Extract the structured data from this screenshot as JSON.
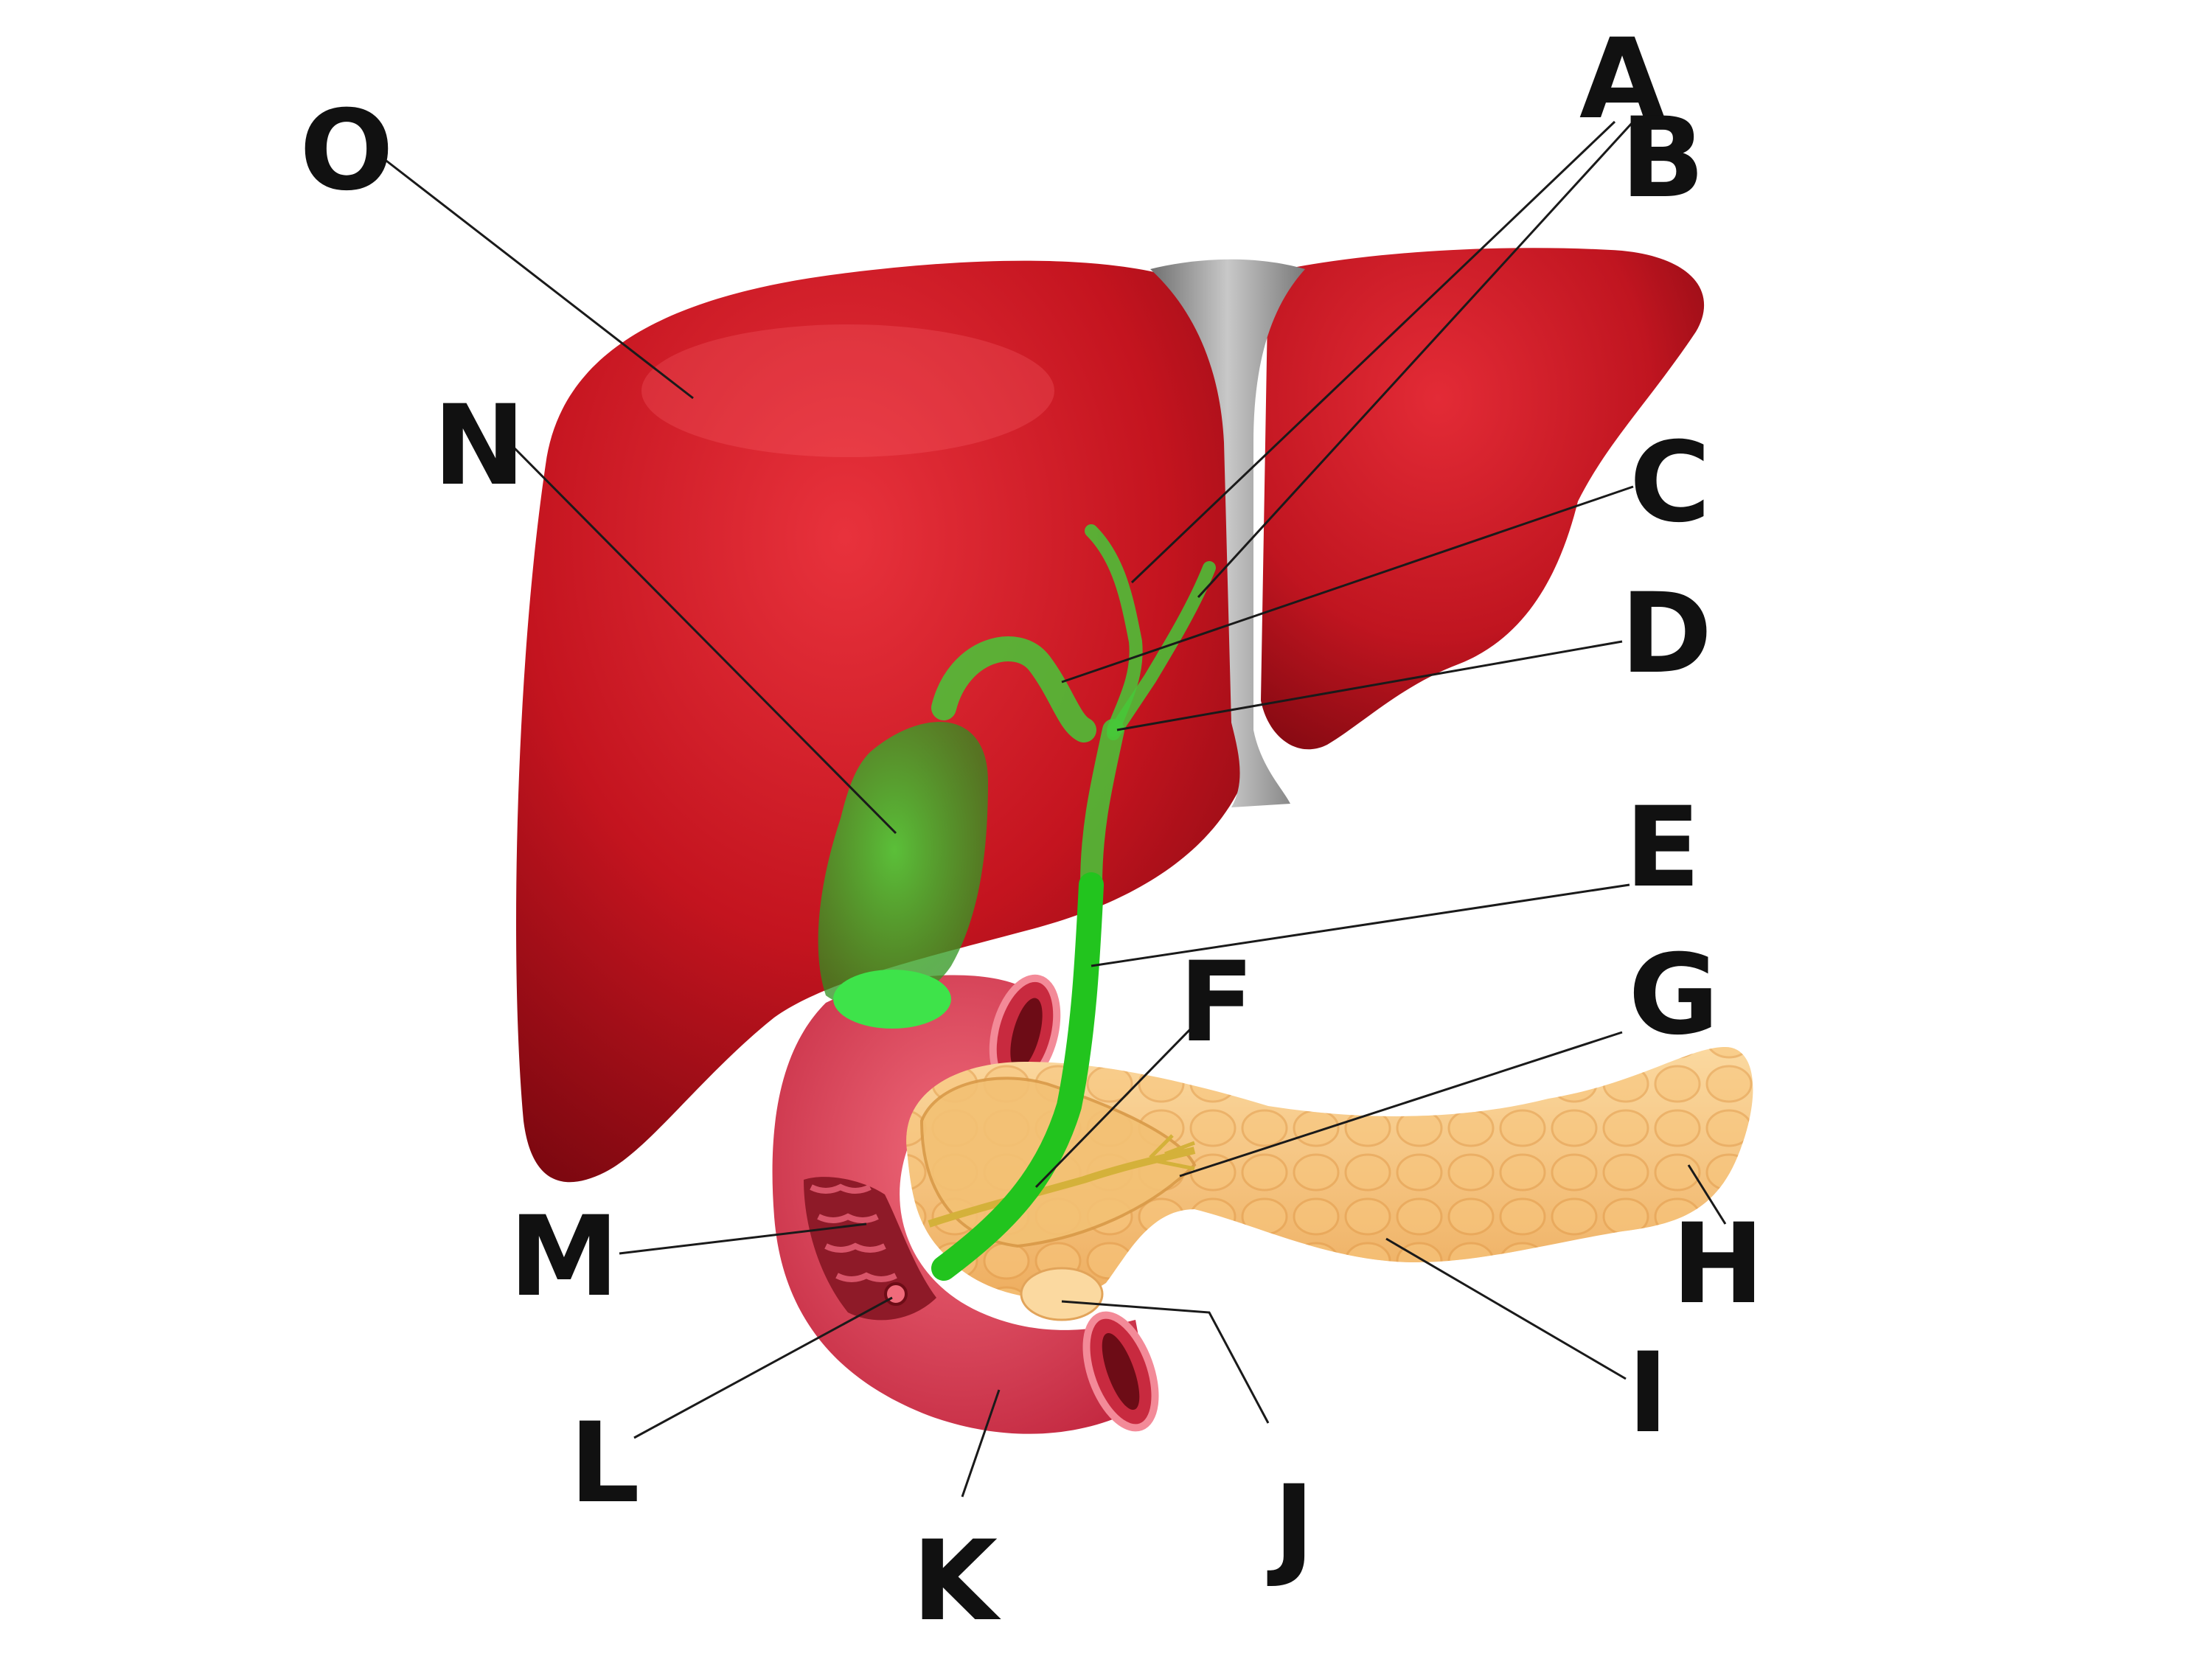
{
  "diagram": {
    "labels": {
      "A": "A",
      "B": "B",
      "C": "C",
      "D": "D",
      "E": "E",
      "F": "F",
      "G": "G",
      "H": "H",
      "I": "I",
      "J": "J",
      "K": "K",
      "L": "L",
      "M": "M",
      "N": "N",
      "O": "O"
    }
  },
  "colors": {
    "liver": "#c4141f",
    "liver_dark": "#8e0a12",
    "ligament": "#9a9a9a",
    "bile": "#33cc33",
    "duodenum": "#e05063",
    "pancreas": "#f5c47a",
    "label": "#111111"
  }
}
